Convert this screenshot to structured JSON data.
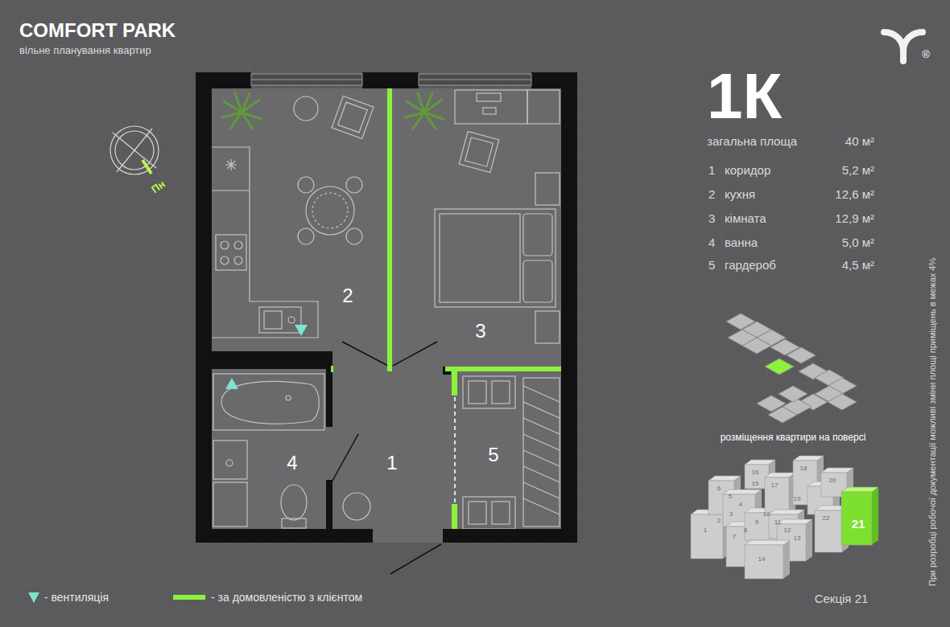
{
  "diagram": {
    "title": "COMFORT PARK",
    "labels": [
      "вільне планування квартир",
      "1К",
      "загальна площа",
      "40 м²",
      "1",
      "коридор",
      "5,2 м²",
      "2",
      "кухня",
      "12,6 м²",
      "3",
      "кімната",
      "12,9 м²",
      "4",
      "ванна",
      "5,0 м²",
      "5",
      "гардероб",
      "4,5 м²",
      "Пн",
      "2",
      "3",
      "4",
      "1",
      "5",
      "розміщення квартири на поверсі",
      "Секція 21",
      "При розробці робочої документації можливі зміни площі приміщень в межах 4%",
      "®",
      "1",
      "2",
      "3",
      "4",
      "5",
      "6",
      "7",
      "8",
      "9",
      "10",
      "11",
      "12",
      "13",
      "14",
      "15",
      "16",
      "17",
      "18",
      "19",
      "20",
      "21",
      "22"
    ],
    "legend": [
      {
        "text": "- вентиляція"
      },
      {
        "text": "- за домовленістю з клієнтом"
      }
    ]
  }
}
